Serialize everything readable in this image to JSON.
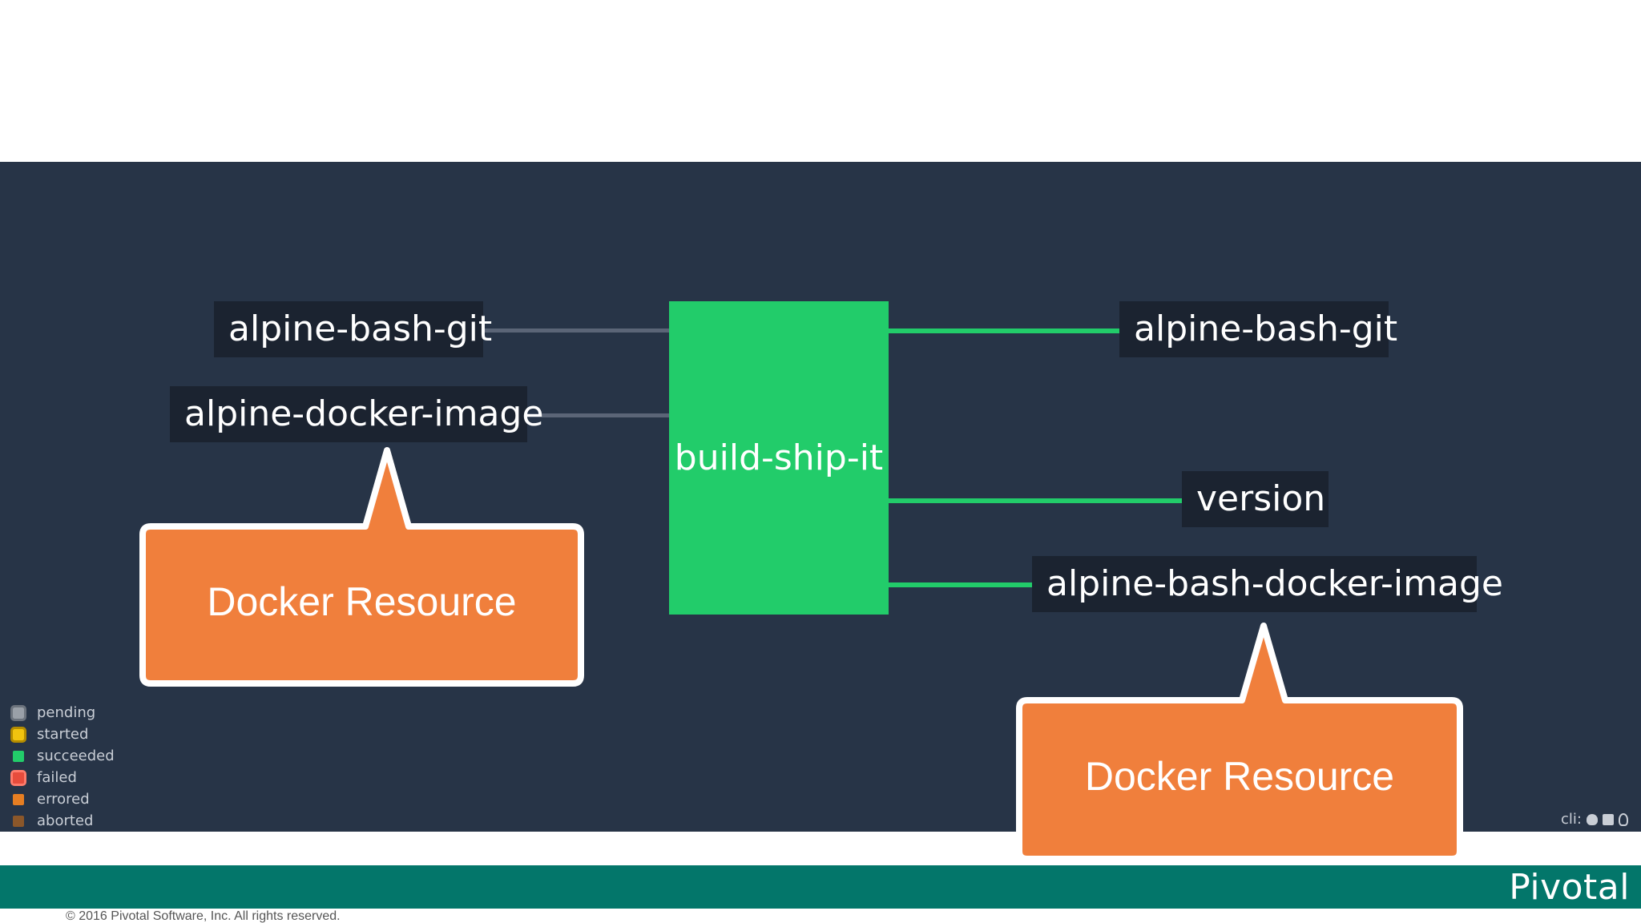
{
  "pipeline": {
    "inputs": [
      {
        "label": "alpine-bash-git"
      },
      {
        "label": "alpine-docker-image"
      }
    ],
    "job": {
      "label": "build-ship-it"
    },
    "outputs": [
      {
        "label": "alpine-bash-git"
      },
      {
        "label": "version"
      },
      {
        "label": "alpine-bash-docker-image"
      }
    ]
  },
  "legend": {
    "items": [
      {
        "label": "pending",
        "color": "#9aa0a8"
      },
      {
        "label": "started",
        "color": "#f1c40f"
      },
      {
        "label": "succeeded",
        "color": "#22cc6a"
      },
      {
        "label": "failed",
        "color": "#e74c3c"
      },
      {
        "label": "errored",
        "color": "#e67e22"
      },
      {
        "label": "aborted",
        "color": "#8b572a"
      }
    ]
  },
  "cli": {
    "label": "cli:",
    "icons": [
      "apple-icon",
      "windows-icon",
      "linux-icon"
    ]
  },
  "callouts": [
    {
      "text": "Docker Resource",
      "color": "#f07f3c"
    },
    {
      "text": "Docker Resource",
      "color": "#f07f3c"
    }
  ],
  "footer": {
    "logo": "Pivotal",
    "copyright": "© 2016 Pivotal Software, Inc.  All rights reserved.",
    "bar_color": "#03766a"
  }
}
